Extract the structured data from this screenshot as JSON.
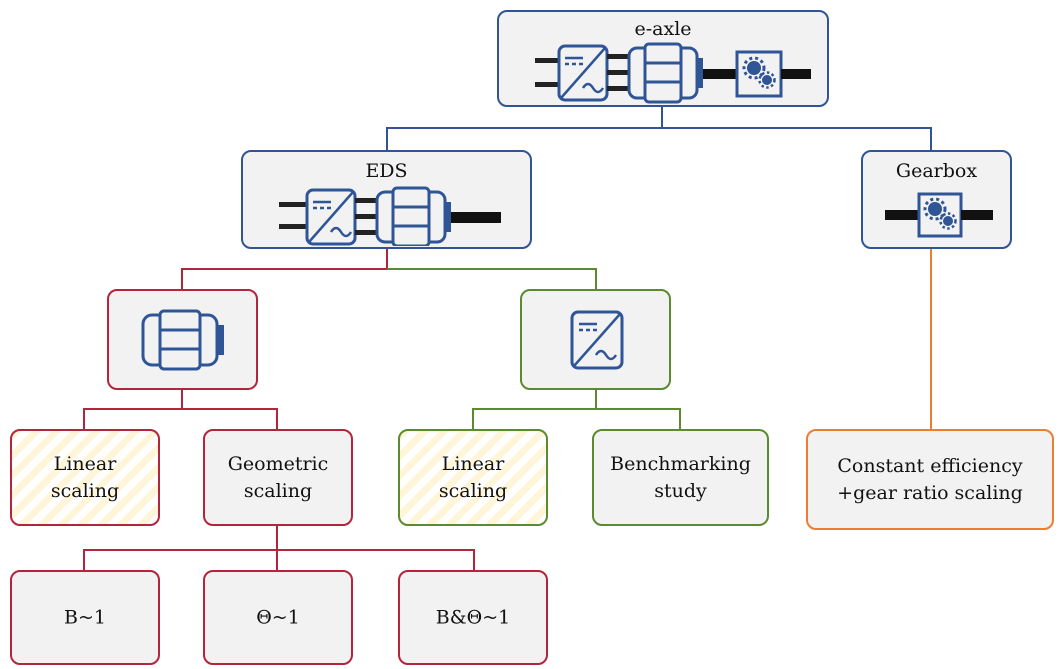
{
  "nodes": {
    "e_axle": {
      "title": "e-axle"
    },
    "eds": {
      "title": "EDS"
    },
    "gearbox": {
      "title": "Gearbox"
    },
    "motor_linear": {
      "label": "Linear\nscaling"
    },
    "motor_geometric": {
      "label": "Geometric\nscaling"
    },
    "inverter_linear": {
      "label": "Linear\nscaling"
    },
    "inverter_benchmark": {
      "label": "Benchmarking\nstudy"
    },
    "gearbox_scaling": {
      "label": "Constant efficiency\n+gear ratio scaling"
    },
    "b_const": {
      "label": "B~1"
    },
    "theta_const": {
      "label": "Θ~1"
    },
    "b_theta_const": {
      "label": "B&Θ~1"
    }
  },
  "icons": {
    "inverter": "inverter-icon",
    "motor": "motor-icon",
    "gearbox": "gearbox-icon",
    "shaft": "shaft-icon"
  },
  "colors": {
    "system": "#2f5597",
    "motor_branch": "#b4243c",
    "inverter_branch": "#5b8a2f",
    "gearbox_branch": "#ed7d31",
    "box_fill": "#f2f2f2",
    "hatch": "#fff0c4"
  }
}
